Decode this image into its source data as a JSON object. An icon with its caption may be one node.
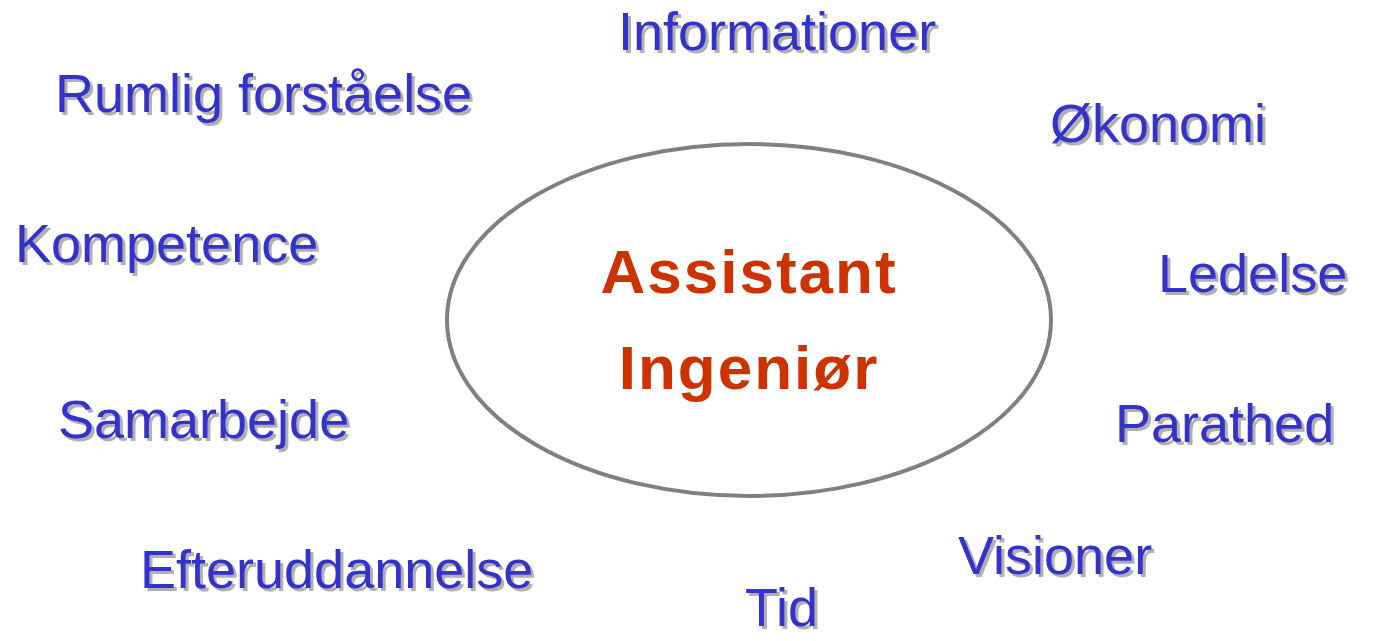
{
  "diagram": {
    "nodes": [
      {
        "text": [
          "Assistant Ingeniør"
        ]
      }
    ],
    "labels": [
      "Informationer",
      "Rumlig forståelse",
      "Økonomi",
      "Kompetence",
      "Ledelse",
      "Samarbejde",
      "Parathed",
      "Visioner",
      "Efteruddannelse",
      "Tid"
    ]
  }
}
